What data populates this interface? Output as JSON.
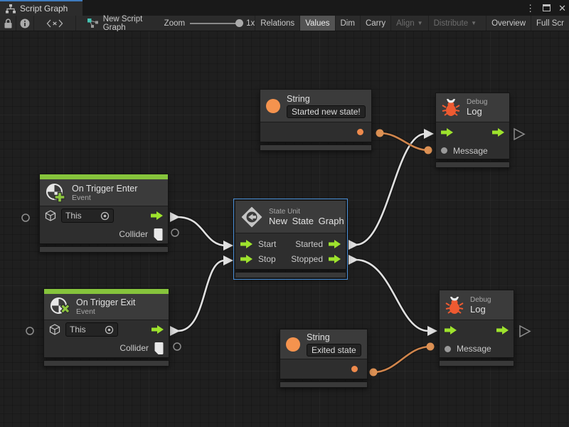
{
  "tab": {
    "title": "Script Graph"
  },
  "window_controls": {
    "menu": "⋮",
    "close": "✕"
  },
  "toolbar": {
    "graph_name": "New Script Graph",
    "zoom_label": "Zoom",
    "zoom_value": "1x",
    "relations": "Relations",
    "values": "Values",
    "dim": "Dim",
    "carry": "Carry",
    "align": "Align",
    "distribute": "Distribute",
    "overview": "Overview",
    "fullscreen": "Full Scr",
    "caret": "▼"
  },
  "nodes": {
    "string_top": {
      "title": "String",
      "value": "Started new state!"
    },
    "debug_top": {
      "kind": "Debug",
      "title": "Log",
      "input_label": "Message"
    },
    "trigger_enter": {
      "title": "On Trigger Enter",
      "subtitle": "Event",
      "target_value": "This",
      "output_label": "Collider"
    },
    "state_unit": {
      "kind": "State Unit",
      "title": "New State Graph",
      "in1": "Start",
      "in2": "Stop",
      "out1": "Started",
      "out2": "Stopped"
    },
    "trigger_exit": {
      "title": "On Trigger Exit",
      "subtitle": "Event",
      "target_value": "This",
      "output_label": "Collider"
    },
    "string_bottom": {
      "title": "String",
      "value": "Exited state"
    },
    "debug_bottom": {
      "kind": "Debug",
      "title": "Log",
      "input_label": "Message"
    }
  },
  "colors": {
    "accent_green": "#9EE32D",
    "event_green": "#86C43C",
    "accent_orange": "#F5934E",
    "bug_orange": "#EE5A31",
    "wire_orange": "#D0854C",
    "wire_white": "#E0E0E0",
    "selection_blue": "#4A90D9",
    "tab_accent_blue": "#3E7BBE"
  }
}
